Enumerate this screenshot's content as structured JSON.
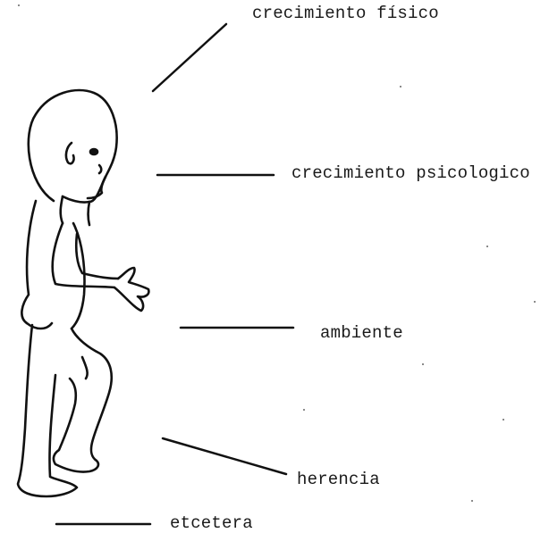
{
  "labels": {
    "crecimiento_fisico": "crecimiento físico",
    "crecimiento_psicologico": "crecimiento psicologico",
    "ambiente": "ambiente",
    "herencia": "herencia",
    "etcetera": "etcetera"
  },
  "colors": {
    "ink": "#1a1a1a",
    "paper": "#ffffff"
  }
}
